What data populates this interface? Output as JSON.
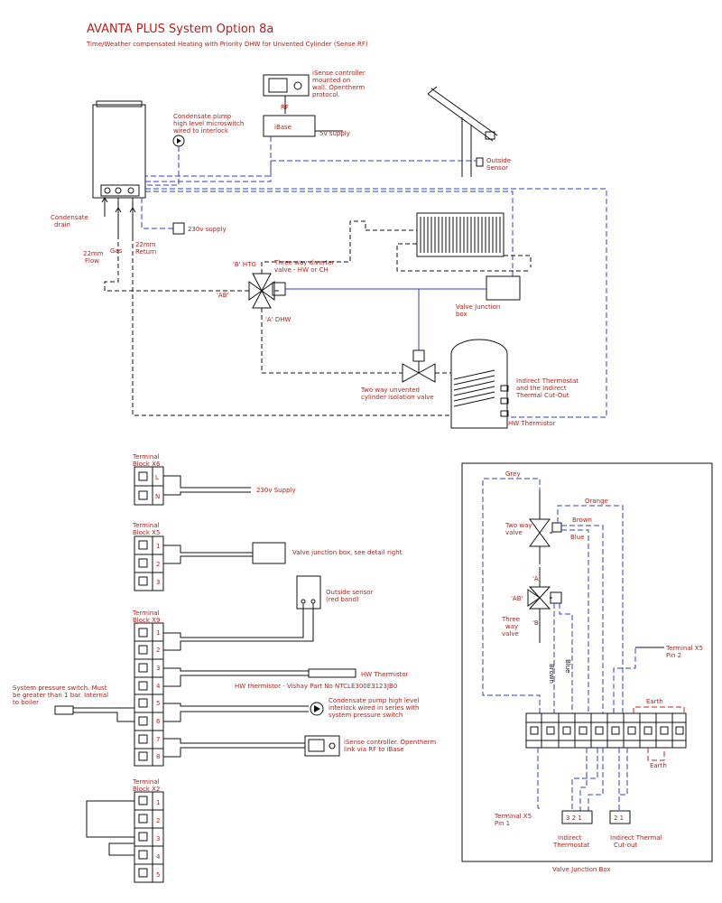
{
  "header": {
    "title": "AVANTA PLUS System Option 8a",
    "subtitle": "Time/Weather compensated Heating with Priority DHW for Unvented Cylinder (Sense RF)"
  },
  "schematic": {
    "isense_label": [
      "iSense controller",
      "mounted on",
      "wall. Opentherm",
      "protocol."
    ],
    "rf": "RF",
    "ibase": "iBase",
    "supply_5v": "5v supply",
    "condensate_pump": [
      "Condensate pump",
      "high level microswitch",
      "wired to interlock"
    ],
    "outside_sensor": [
      "Outside",
      "Sensor"
    ],
    "condensate_drain": [
      "Condensate",
      "drain"
    ],
    "gas": "Gas",
    "flow": [
      "22mm",
      "Flow"
    ],
    "return": [
      "22mm",
      "Return"
    ],
    "supply_230": "230v supply",
    "port_b": "'B' HTG",
    "diverter": [
      "Three way diverter",
      "valve - HW or CH"
    ],
    "port_ab": "'AB'",
    "port_a": "'A' DHW",
    "valve_box": [
      "Valve Junction",
      "box"
    ],
    "two_way": [
      "Two way unvented",
      "cylinder isolation valve"
    ],
    "thermostat": [
      "Indirect Thermostat",
      "and the Indirect",
      "Thermal Cut-Out"
    ],
    "hw_thermistor": "HW Thermistor"
  },
  "terminals": {
    "x6": {
      "title": [
        "Terminal",
        "Block X6"
      ],
      "pins": [
        "L",
        "N"
      ],
      "note": "230v Supply"
    },
    "x5": {
      "title": [
        "Terminal",
        "Block X5"
      ],
      "pins": [
        "1",
        "2",
        "3"
      ],
      "note": "Valve junction box, see detail right"
    },
    "x9": {
      "title": [
        "Terminal",
        "Block X9"
      ],
      "pins": [
        "1",
        "2",
        "3",
        "4",
        "5",
        "6",
        "7",
        "8"
      ],
      "outside": [
        "Outside sensor",
        "(red band)"
      ],
      "hw_thermistor": "HW Thermistor",
      "hw_note": "HW thermistor - Vishay Part No NTCLE300E3123JB0",
      "pump": [
        "Condensate pump high level",
        "interlock wired in series with",
        "system pressure switch"
      ],
      "isense": [
        "iSense controller. Opentherm",
        "link via RF to iBase"
      ],
      "pressure": [
        "System pressure switch. Must",
        "be greater than 1 bar. Internal",
        "to boiler"
      ]
    },
    "x2": {
      "title": [
        "Terminal",
        "Block X2"
      ],
      "pins": [
        "1",
        "2",
        "3",
        "4",
        "5"
      ]
    }
  },
  "junction_box": {
    "caption": "Valve Junction Box",
    "grey": "Grey",
    "orange": "Orange",
    "brown_top": "Brown",
    "blue_top": "Blue",
    "two_way": [
      "Two way",
      "valve"
    ],
    "port_a": "'A'",
    "port_ab": "'AB'",
    "port_b": "'B'",
    "three_way": [
      "Three",
      "way",
      "valve"
    ],
    "brown_v": "Brown",
    "blue_v": "Blue",
    "x5_pin2": [
      "Terminal X5",
      "Pin 2"
    ],
    "earth_top": "Earth",
    "earth_bottom": "Earth",
    "x5_pin1": [
      "Terminal X5",
      "Pin 1"
    ],
    "thermostat_pins": "3 2 1",
    "cutout_pins": "2 1",
    "thermostat": [
      "Indirect",
      "Thermostat"
    ],
    "cutout": [
      "Indirect Thermal",
      "Cut-out"
    ]
  }
}
